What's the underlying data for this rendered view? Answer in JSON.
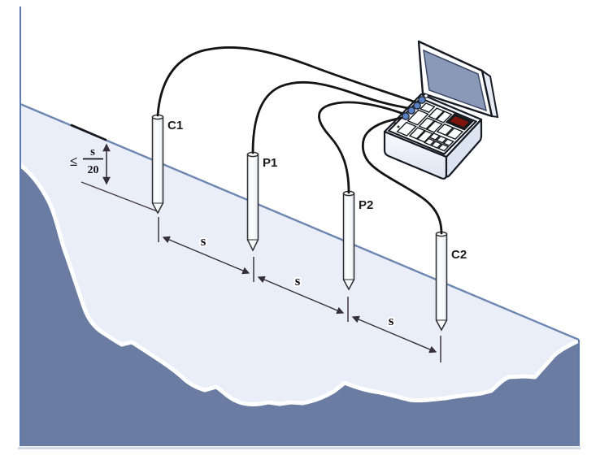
{
  "diagram": {
    "electrodes": [
      {
        "id": "c1",
        "label": "C1"
      },
      {
        "id": "p1",
        "label": "P1"
      },
      {
        "id": "p2",
        "label": "P2"
      },
      {
        "id": "c2",
        "label": "C2"
      }
    ],
    "spacing_labels": [
      "s",
      "s",
      "s"
    ],
    "depth_label": {
      "operator": "≤",
      "numerator": "s",
      "denominator": "20"
    },
    "colors": {
      "subsoil": "#6b7ca3",
      "topsoil": "#e9eef8",
      "surface_line": "#6e86b2",
      "edge_line": "#5b79ad",
      "bottom_border": "#ccd5e6",
      "cable": "#141414",
      "screen": "#8b99b8",
      "display_red": "#7d140e",
      "terminal_blue": "#5b82c4"
    }
  }
}
